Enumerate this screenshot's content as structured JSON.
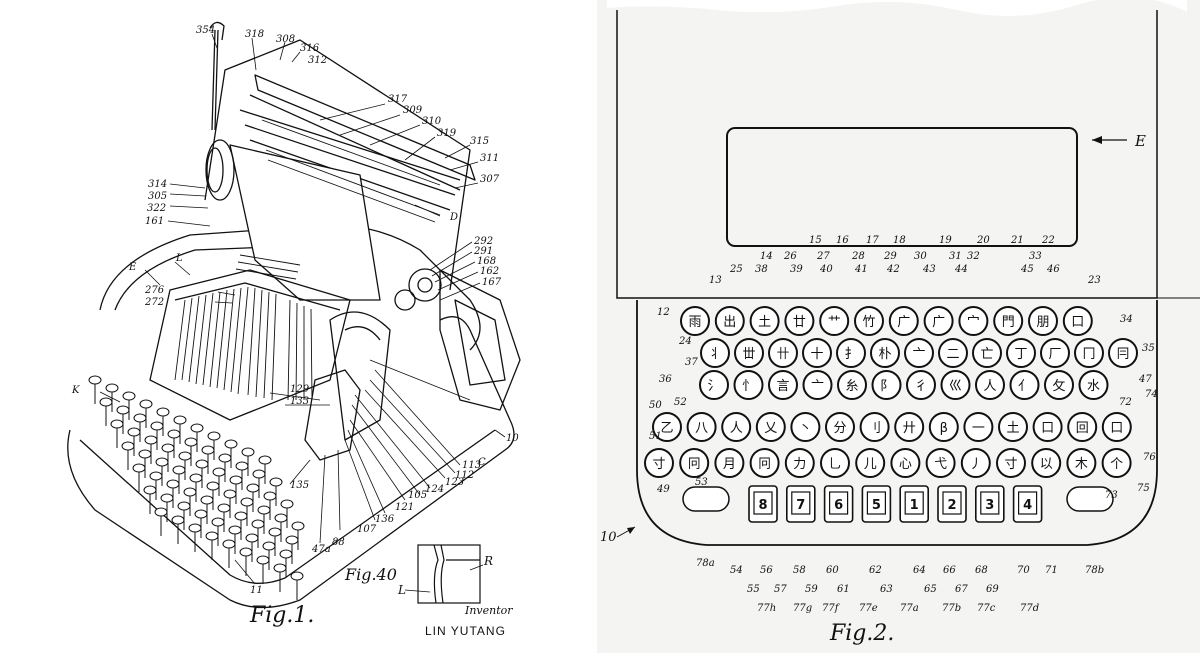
{
  "left_figure": {
    "caption": "Fig.1.",
    "inset_caption": "Fig.40",
    "inventor_label": "Inventor",
    "inventor_name": "LIN YUTANG",
    "letter_labels": [
      "E",
      "L",
      "K",
      "D",
      "C",
      "R",
      "L"
    ],
    "ref_numbers": [
      "354",
      "318",
      "308",
      "316",
      "312",
      "317",
      "309",
      "310",
      "319",
      "315",
      "311",
      "307",
      "314",
      "305",
      "322",
      "161",
      "292",
      "291",
      "168",
      "162",
      "167",
      "276",
      "272",
      "129",
      "133",
      "113",
      "112",
      "123",
      "124",
      "105",
      "121",
      "136",
      "107",
      "88",
      "135",
      "47a",
      "11",
      "10"
    ]
  },
  "right_figure": {
    "caption": "Fig.2.",
    "display_label": "E",
    "machine_label": "10",
    "top_labels": [
      "15",
      "16",
      "17",
      "18",
      "19",
      "20",
      "21",
      "22",
      "14",
      "26",
      "27",
      "28",
      "29",
      "30",
      "31",
      "32",
      "33",
      "13",
      "25",
      "38",
      "39",
      "40",
      "41",
      "42",
      "43",
      "44",
      "45",
      "46",
      "23"
    ],
    "side_labels": [
      "12",
      "34",
      "24",
      "35",
      "37",
      "36",
      "47",
      "50",
      "52",
      "74",
      "72",
      "51",
      "76",
      "49",
      "53",
      "73",
      "75"
    ],
    "bottom_labels": [
      "78a",
      "54",
      "55",
      "56",
      "57",
      "58",
      "59",
      "60",
      "61",
      "62",
      "63",
      "64",
      "65",
      "66",
      "67",
      "68",
      "69",
      "70",
      "71",
      "78b"
    ],
    "bottom_sub_labels": [
      "77h",
      "77g",
      "77f",
      "77e",
      "77a",
      "77b",
      "77c",
      "77d"
    ],
    "row1_keys": [
      "雨",
      "出",
      "土",
      "廿",
      "艹",
      "竹",
      "广",
      "广",
      "宀",
      "門",
      "朋",
      "口"
    ],
    "row2_keys": [
      "丬",
      "丗",
      "卄",
      "十",
      "扌",
      "朴",
      "亠",
      "二",
      "亡",
      "丁",
      "厂",
      "冂",
      "冃"
    ],
    "row3_keys": [
      "氵",
      "忄",
      "言",
      "亠",
      "糸",
      "阝",
      "彳",
      "巛",
      "人",
      "亻",
      "攵",
      "水"
    ],
    "row4_keys": [
      "乙",
      "八",
      "人",
      "乂",
      "丶",
      "分",
      "刂",
      "廾",
      "β",
      "一",
      "土",
      "口",
      "回",
      "口"
    ],
    "row5_keys": [
      "寸",
      "冋",
      "月",
      "冋",
      "力",
      "乚",
      "儿",
      "心",
      "弋",
      "丿",
      "寸",
      "以",
      "木",
      "个"
    ],
    "number_keys": [
      "8",
      "7",
      "6",
      "5",
      "1",
      "2",
      "3",
      "4"
    ]
  }
}
